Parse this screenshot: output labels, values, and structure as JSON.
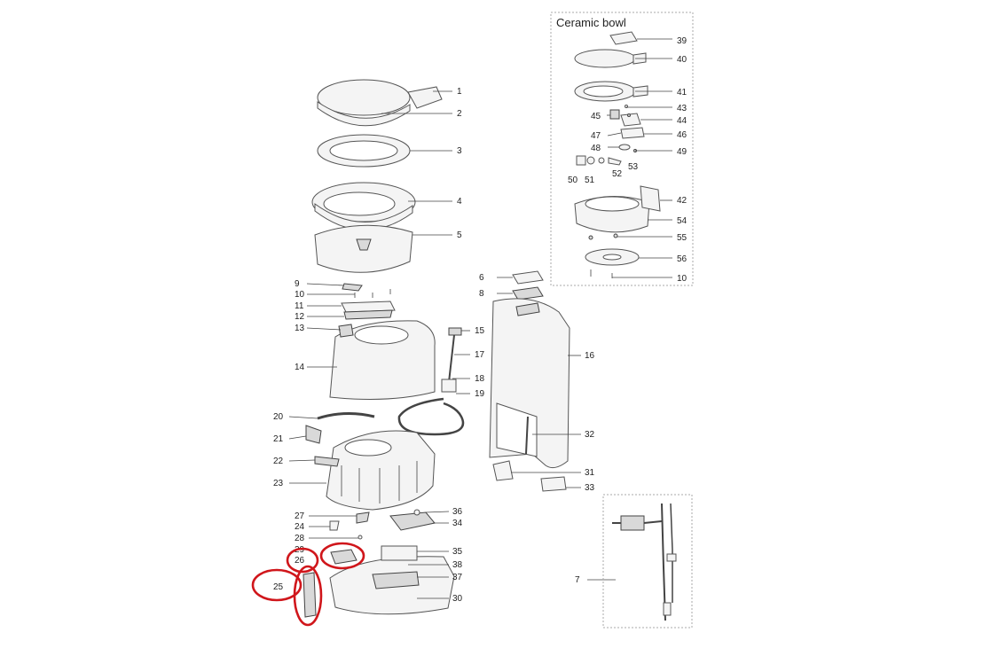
{
  "inset_title": "Ceramic bowl",
  "callouts": [
    "1",
    "2",
    "3",
    "4",
    "5",
    "6",
    "7",
    "8",
    "9",
    "10",
    "11",
    "12",
    "13",
    "14",
    "15",
    "16",
    "17",
    "18",
    "19",
    "20",
    "21",
    "22",
    "23",
    "24",
    "25",
    "26",
    "27",
    "28",
    "29",
    "30",
    "31",
    "32",
    "33",
    "34",
    "35",
    "36",
    "37",
    "38",
    "39",
    "40",
    "41",
    "42",
    "43",
    "44",
    "45",
    "46",
    "47",
    "48",
    "49",
    "50",
    "51",
    "52",
    "53",
    "54",
    "55",
    "56",
    "10"
  ],
  "highlight_color": "#d0161b",
  "highlighted_parts": [
    "25",
    "26"
  ]
}
